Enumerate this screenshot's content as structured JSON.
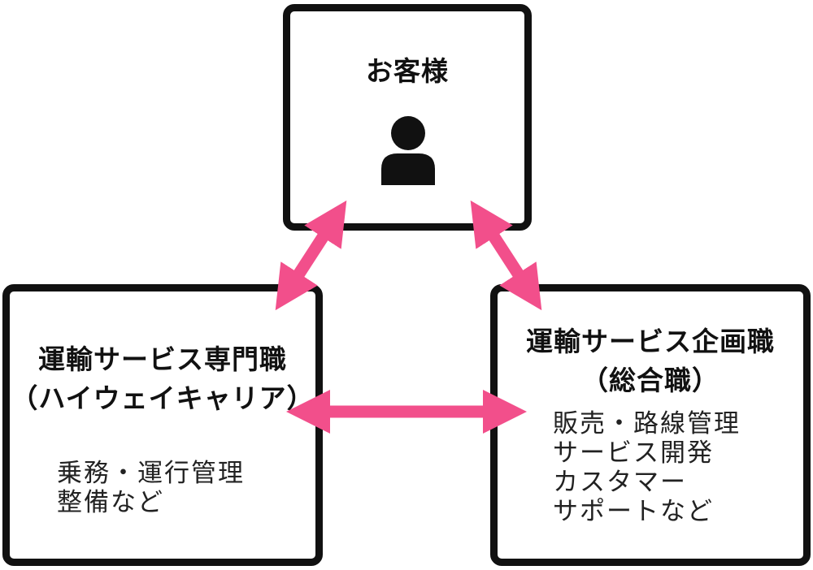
{
  "colors": {
    "arrow": "#f24f8b",
    "border": "#111111",
    "icon": "#111111"
  },
  "customer": {
    "title": "お客様",
    "icon": "person-icon"
  },
  "left_box": {
    "title_line1": "運輸サービス専門職",
    "title_line2": "（ハイウェイキャリア）",
    "body": [
      "乗務・運行管理",
      "整備など"
    ]
  },
  "right_box": {
    "title_line1": "運輸サービス企画職",
    "title_line2": "（総合職）",
    "body": [
      "販売・路線管理",
      "サービス開発",
      "カスタマー",
      "サポートなど"
    ]
  }
}
